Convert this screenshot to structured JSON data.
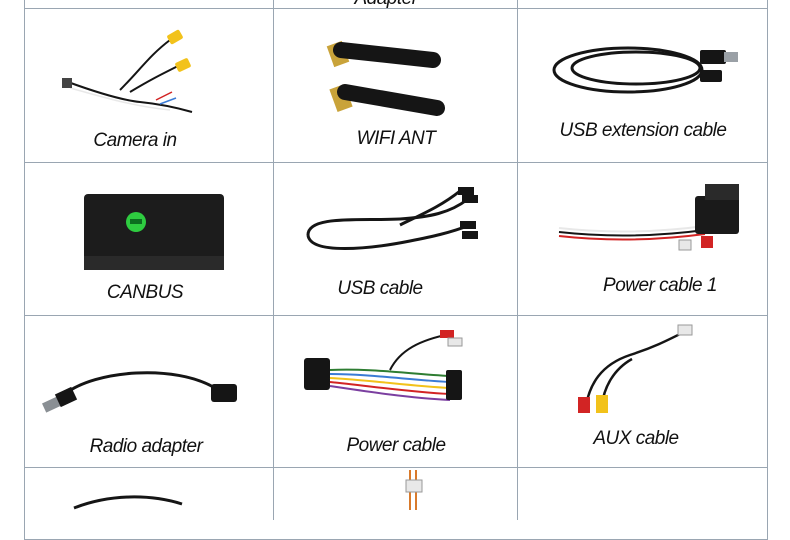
{
  "items": [
    {
      "label": "Adapter"
    },
    {
      "label": "Camera in"
    },
    {
      "label": "WIFI ANT"
    },
    {
      "label": "USB extension cable"
    },
    {
      "label": "CANBUS"
    },
    {
      "label": "USB cable"
    },
    {
      "label": "Power cable 1"
    },
    {
      "label": "Radio adapter"
    },
    {
      "label": "Power cable"
    },
    {
      "label": "AUX cable"
    }
  ],
  "colors": {
    "grid_line": "#9aa6b2",
    "cable_black": "#151515",
    "rca_yellow": "#f2c21b",
    "rca_red": "#d22424",
    "rca_white": "#e8e8e8",
    "antenna_gold": "#c9a33a",
    "canbus_body": "#1c1c1c",
    "canbus_led": "#2ecc40"
  }
}
